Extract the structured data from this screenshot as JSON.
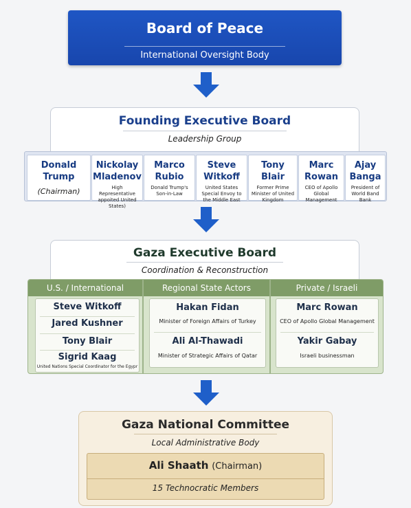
{
  "board_of_peace": {
    "title": "Board of Peace",
    "subtitle": "International Oversight Body"
  },
  "founding_board": {
    "title": "Founding Executive Board",
    "subtitle": "Leadership Group",
    "members": [
      {
        "name": "Donald Trump",
        "role": "(Chairman)"
      },
      {
        "name": "Nickolay Mladenov",
        "role": "High Representative appoited United States)"
      },
      {
        "name": "Marco Rubio",
        "role": "Donald Trump's Son-in-Law"
      },
      {
        "name": "Steve Witkoff",
        "role": "United States Special Envoy to the Middle East"
      },
      {
        "name": "Tony Blair",
        "role": "Former Prime Minister of United Kingdom"
      },
      {
        "name": "Marc Rowan",
        "role": "CEO of Apollo Global Management"
      },
      {
        "name": "Ajay Banga",
        "role": "President of World Band Bank"
      }
    ]
  },
  "gaza_executive_board": {
    "title": "Gaza Executive Board",
    "subtitle": "Coordination & Reconstruction",
    "columns": [
      {
        "header": "U.S. / International",
        "members": [
          {
            "name": "Steve Witkoff"
          },
          {
            "name": "Jared Kushner"
          },
          {
            "name": "Tony Blair"
          },
          {
            "name": "Sigrid Kaag",
            "role": "United Nations Special Coordinator for the Egypr"
          }
        ]
      },
      {
        "header": "Regional State Actors",
        "members": [
          {
            "name": "Hakan Fidan",
            "role": "Minister of Foreign Affairs of Turkey"
          },
          {
            "name": "Ali Al-Thawadi",
            "role": "Minister of Strategic Affairs of Qatar"
          }
        ]
      },
      {
        "header": "Private / Israeli",
        "members": [
          {
            "name": "Marc Rowan",
            "role": "CEO of Apollo Global Management"
          },
          {
            "name": "Yakir Gabay",
            "role": "Israeli businessman"
          }
        ]
      }
    ]
  },
  "gaza_national_committee": {
    "title": "Gaza National Committee",
    "subtitle": "Local Administrative Body",
    "chair_name": "Ali Shaath",
    "chair_role": "(Chairman)",
    "members_note": "15 Technocratic Members"
  },
  "colors": {
    "primary_blue": "#1d4fbd",
    "arrow_blue": "#1f5fc9",
    "green": "#7f9c67",
    "tan": "#ecdab3"
  }
}
